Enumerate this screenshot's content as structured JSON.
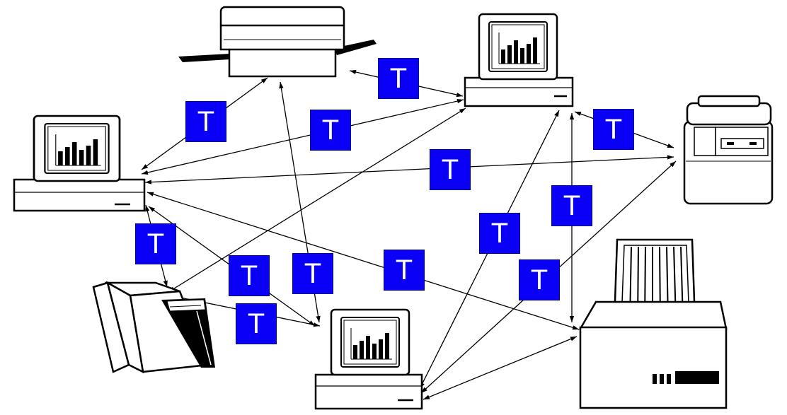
{
  "transformer_label": "T",
  "colors": {
    "transformer_fill": "#0a00f5",
    "transformer_text": "#ffffff",
    "line": "#000000",
    "background": "#ffffff"
  },
  "nodes": [
    {
      "name": "printer-top",
      "icon": "laser-printer-icon"
    },
    {
      "name": "computer-top-right",
      "icon": "computer-icon"
    },
    {
      "name": "computer-left",
      "icon": "computer-icon"
    },
    {
      "name": "copier-right",
      "icon": "copier-icon"
    },
    {
      "name": "scanner-bottom-left",
      "icon": "scanner-icon"
    },
    {
      "name": "computer-bottom",
      "icon": "computer-icon"
    },
    {
      "name": "line-printer-bottom-right",
      "icon": "line-printer-icon"
    }
  ],
  "connections": [
    {
      "from": "computer-left",
      "to": "printer-top"
    },
    {
      "from": "computer-left",
      "to": "computer-top-right"
    },
    {
      "from": "computer-left",
      "to": "copier-right"
    },
    {
      "from": "computer-left",
      "to": "scanner-bottom-left"
    },
    {
      "from": "computer-left",
      "to": "computer-bottom"
    },
    {
      "from": "computer-left",
      "to": "line-printer-bottom-right"
    },
    {
      "from": "printer-top",
      "to": "computer-top-right"
    },
    {
      "from": "printer-top",
      "to": "computer-bottom"
    },
    {
      "from": "computer-top-right",
      "to": "scanner-bottom-left"
    },
    {
      "from": "computer-top-right",
      "to": "copier-right"
    },
    {
      "from": "computer-top-right",
      "to": "computer-bottom"
    },
    {
      "from": "computer-top-right",
      "to": "line-printer-bottom-right"
    },
    {
      "from": "copier-right",
      "to": "computer-bottom"
    },
    {
      "from": "scanner-bottom-left",
      "to": "computer-bottom"
    },
    {
      "from": "computer-bottom",
      "to": "line-printer-bottom-right"
    }
  ]
}
